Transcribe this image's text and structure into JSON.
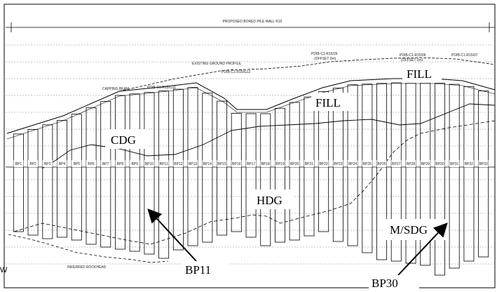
{
  "drawing": {
    "header": "PROPOSED BORED PILE WALL R15",
    "notes": {
      "existing_ground": "EXISTING GROUND PROFILE",
      "capping_beam": "CAPPING BEAM",
      "inferred_rockhead": "INFERRED ROCKHEAD",
      "borehole_1": "PDIB-C1-R15/G11",
      "borehole_2": "PDIB-C1-R15/G12",
      "borehole_3": "PDIB-C1-R15/26",
      "borehole_4": "PDIB-C1-R15/06",
      "borehole_5": "PDIB-C1-R15/07",
      "offset": "(OFFSET 0m)"
    },
    "piles": [
      "BP1",
      "BP2",
      "BP3",
      "BP4",
      "BP5",
      "BP6",
      "BP7",
      "BP8",
      "BP9",
      "BP10",
      "BP11",
      "BP12",
      "BP13",
      "BP14",
      "BP15",
      "BP16",
      "BP17",
      "BP18",
      "BP19",
      "BP20",
      "BP21",
      "BP22",
      "BP23",
      "BP24",
      "BP25",
      "BP26",
      "BP27",
      "BP28",
      "BP29",
      "BP30",
      "BP31",
      "BP32",
      "BP33"
    ],
    "layers": {
      "fill_1": "FILL",
      "fill_2": "FILL",
      "cdg": "CDG",
      "hdg": "HDG",
      "msdg": "M/SDG"
    },
    "callouts": {
      "bp11": "BP11",
      "bp30": "BP30"
    },
    "corner_char": "W"
  }
}
